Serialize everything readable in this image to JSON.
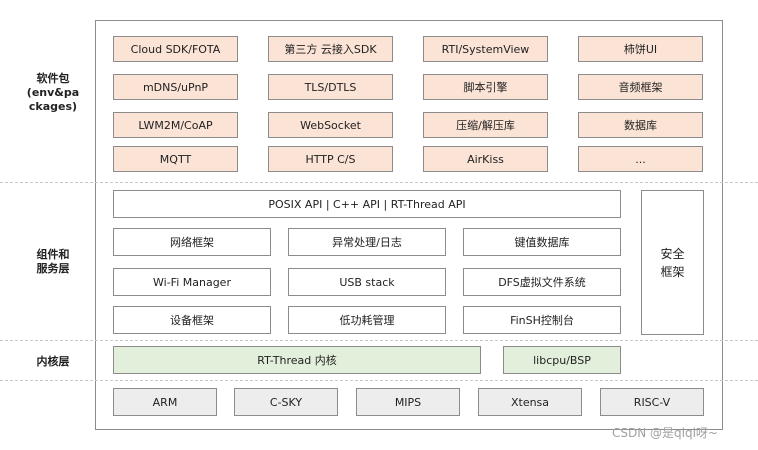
{
  "layers": {
    "packages": "软件包\n(env&pa\nckages)",
    "components": "组件和\n服务层",
    "kernel": "内核层"
  },
  "packages": [
    "Cloud SDK/FOTA",
    "第三方 云接入SDK",
    "RTI/SystemView",
    "柿饼UI",
    "mDNS/uPnP",
    "TLS/DTLS",
    "脚本引擎",
    "音频框架",
    "LWM2M/CoAP",
    "WebSocket",
    "压缩/解压库",
    "数据库",
    "MQTT",
    "HTTP C/S",
    "AirKiss",
    "..."
  ],
  "components": {
    "api": "POSIX API  |  C++ API  |  RT-Thread API",
    "items": [
      "网络框架",
      "异常处理/日志",
      "键值数据库",
      "Wi-Fi Manager",
      "USB stack",
      "DFS虚拟文件系统",
      "设备框架",
      "低功耗管理",
      "FinSH控制台"
    ],
    "security": "安全\n框架"
  },
  "kernel": {
    "core": "RT-Thread  内核",
    "bsp": "libcpu/BSP"
  },
  "arch": [
    "ARM",
    "C-SKY",
    "MIPS",
    "Xtensa",
    "RISC-V"
  ],
  "watermark": "CSDN @是qiqi呀~",
  "colors": {
    "package_fill": "#fbe3d6",
    "kernel_fill": "#e2efda",
    "arch_fill": "#ededed",
    "border": "#8c8c8c"
  }
}
